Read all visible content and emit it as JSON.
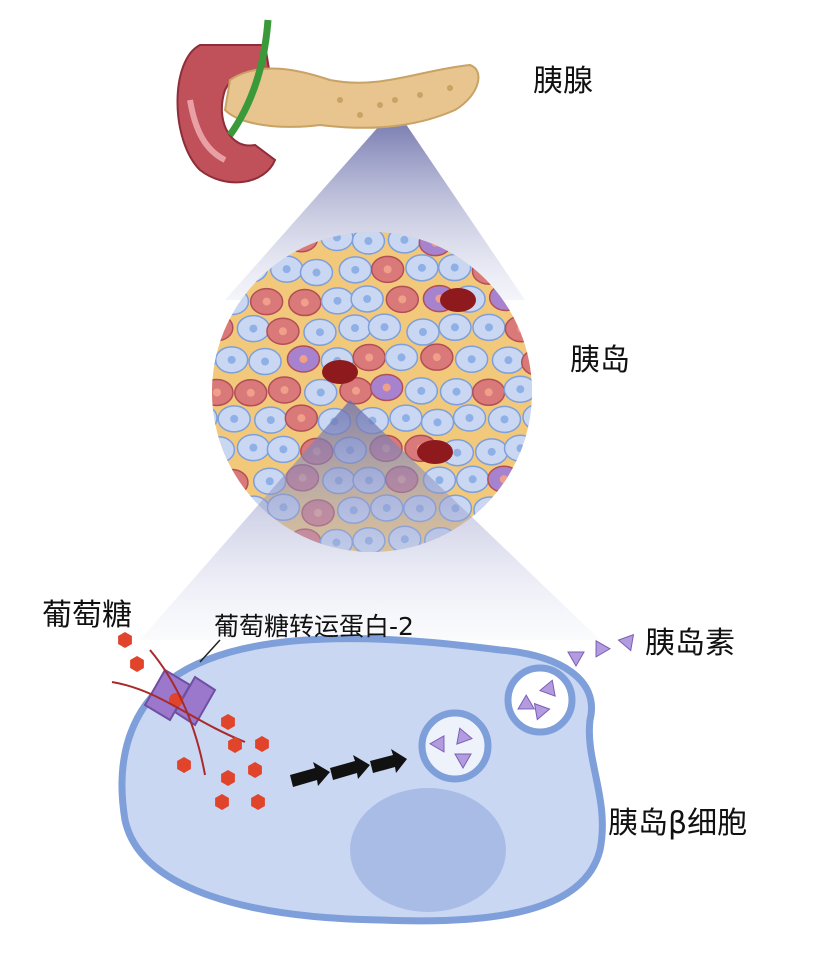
{
  "labels": {
    "pancreas": "胰腺",
    "islet": "胰岛",
    "glucose": "葡萄糖",
    "glut2": "葡萄糖转运蛋白-2",
    "insulin": "胰岛素",
    "beta_cell": "胰岛β细胞"
  },
  "colors": {
    "beta_cell_fill": "#c9d7f2",
    "beta_cell_border": "#7e9fd9",
    "alpha_cell": "#d9797a",
    "delta_cell": "#a783cf",
    "glucose": "#e0452c",
    "insulin": "#b39be0",
    "pancreas": "#e8c48e",
    "duodenum": "#c0505a"
  }
}
